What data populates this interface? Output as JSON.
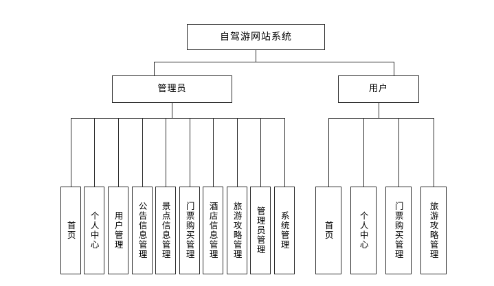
{
  "diagram": {
    "type": "tree",
    "title_node": "自驾游网站系统",
    "root": {
      "label": "自驾游网站系统"
    },
    "branches": [
      {
        "key": "admin",
        "label": "管理员",
        "leaves": [
          {
            "label": "首页"
          },
          {
            "label": "个人中心"
          },
          {
            "label": "用户管理"
          },
          {
            "label": "公告信息管理"
          },
          {
            "label": "景点信息管理"
          },
          {
            "label": "门票购买管理"
          },
          {
            "label": "酒店信息管理"
          },
          {
            "label": "旅游攻略管理"
          },
          {
            "label": "管理员管理"
          },
          {
            "label": "系统管理"
          }
        ]
      },
      {
        "key": "user",
        "label": "用户",
        "leaves": [
          {
            "label": "首页"
          },
          {
            "label": "个人中心"
          },
          {
            "label": "门票购买管理"
          },
          {
            "label": "旅游攻略管理"
          }
        ]
      }
    ],
    "style": {
      "background": "#ffffff",
      "line_color": "#2b2b2b",
      "box_fill": "#ffffff",
      "text_color": "#000000"
    }
  }
}
